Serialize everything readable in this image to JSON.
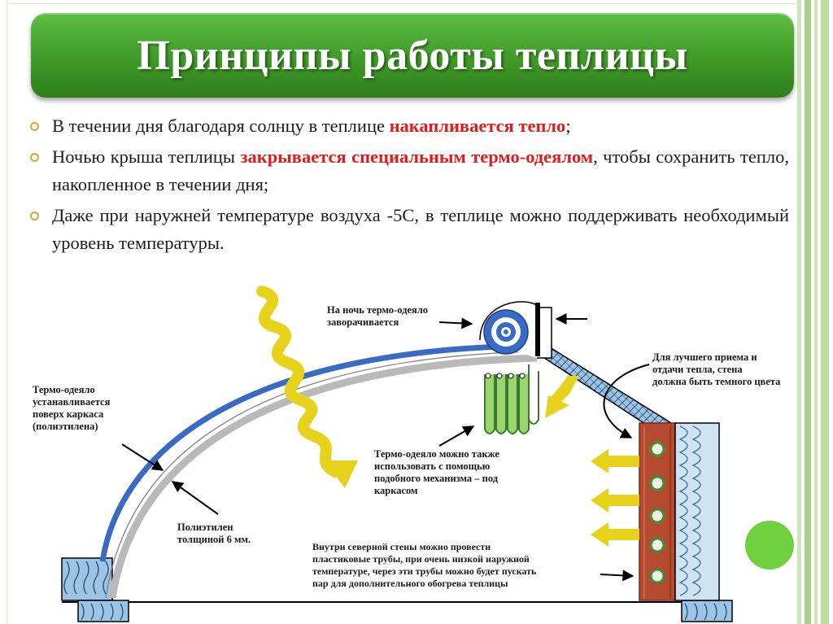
{
  "slide": {
    "title": "Принципы работы теплицы"
  },
  "bullets": [
    {
      "before": "В течении дня благодаря солнцу в теплице ",
      "highlight": "накапливается тепло",
      "after": ";"
    },
    {
      "before": "Ночью крыша теплицы ",
      "highlight": "закрывается специальным термо-одеялом",
      "after": ", чтобы сохранить тепло, накопленное в течении дня;"
    },
    {
      "before": "Даже при наружней температуре воздуха -5С, в теплице можно поддерживать необходимый уровень температуры.",
      "highlight": "",
      "after": ""
    }
  ],
  "labels": {
    "blanket_over_frame": [
      "Термо-одеяло",
      "устанавливается",
      "поверх каркаса",
      "(полиэтилена)"
    ],
    "night_roll": [
      "На ночь термо-одеяло",
      "заворачивается"
    ],
    "dark_wall": [
      "Для лучшего приема и",
      "отдачи тепла, стена",
      "должна быть темного цвета"
    ],
    "under_frame": [
      "Термо-одеяло можно также",
      "использовать с помощью",
      "подобного механизма – под",
      "каркасом"
    ],
    "polyethylene": [
      "Полиэтилен",
      "толщиной 6 мм."
    ],
    "north_wall_pipes": [
      "Внутри северной стены можно провести",
      "пластиковые трубы, при очень низкой наружной",
      "температуре, через эти трубы можно будет пускать",
      "пар для дополнительного  обогрева теплицы"
    ]
  },
  "colors": {
    "title_green": "#3f9a27",
    "highlight_red": "#e11b1b",
    "bullet_ring": "#d9a632",
    "sun_yellow": "#e6d21a",
    "blanket_blue": "#3a6bc4",
    "wall_brown": "#b54a2e",
    "insulation_blue": "#9cc4e4",
    "accent_circle": "#6fd13f"
  },
  "icons": [
    "bullet-ring-icon",
    "sun-ray-icon",
    "blanket-roll-icon",
    "heat-arrow-icon",
    "pipe-circle-icon"
  ]
}
